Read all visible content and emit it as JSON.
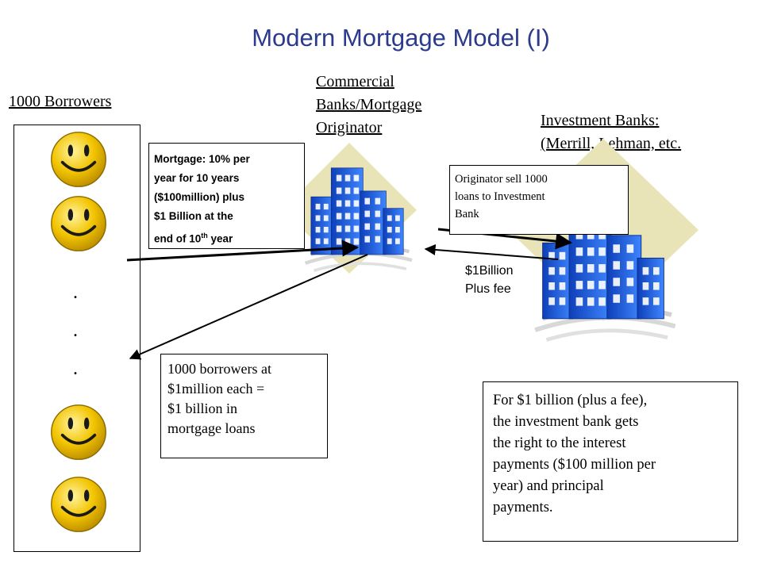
{
  "title": "Modern Mortgage Model (I)",
  "borrowers": {
    "label": "1000 Borrowers",
    "ellipsis": ".\n.\n."
  },
  "originator": {
    "label_lines": [
      "Commercial",
      "Banks/Mortgage",
      "Originator"
    ]
  },
  "investment_banks": {
    "label_lines": [
      "Investment Banks:",
      "(Merrill, Lehman, etc."
    ]
  },
  "mortgage_terms": {
    "lines": [
      "Mortgage: 10% per",
      "year for 10 years",
      "($100million) plus",
      "$1 Billion at the",
      "end of 10",
      "th",
      " year"
    ]
  },
  "sale_note": {
    "lines": [
      "Originator sell 1000",
      "loans to Investment",
      "Bank"
    ]
  },
  "payment_label": {
    "lines": [
      "$1Billion",
      "Plus fee"
    ]
  },
  "loans_note": {
    "lines": [
      "1000 borrowers at",
      "$1million each =",
      "$1 billion in",
      "mortgage loans"
    ]
  },
  "result_note": {
    "lines": [
      "For $1 billion (plus a fee),",
      "the investment bank gets",
      "the right to the interest",
      "payments ($100 million per",
      "year) and principal",
      "payments."
    ]
  },
  "colors": {
    "title": "#2b3a8c",
    "smiley_face": "#f2c400",
    "building_blue": "#1f5fe0",
    "backdrop": "#e9e3b8"
  }
}
